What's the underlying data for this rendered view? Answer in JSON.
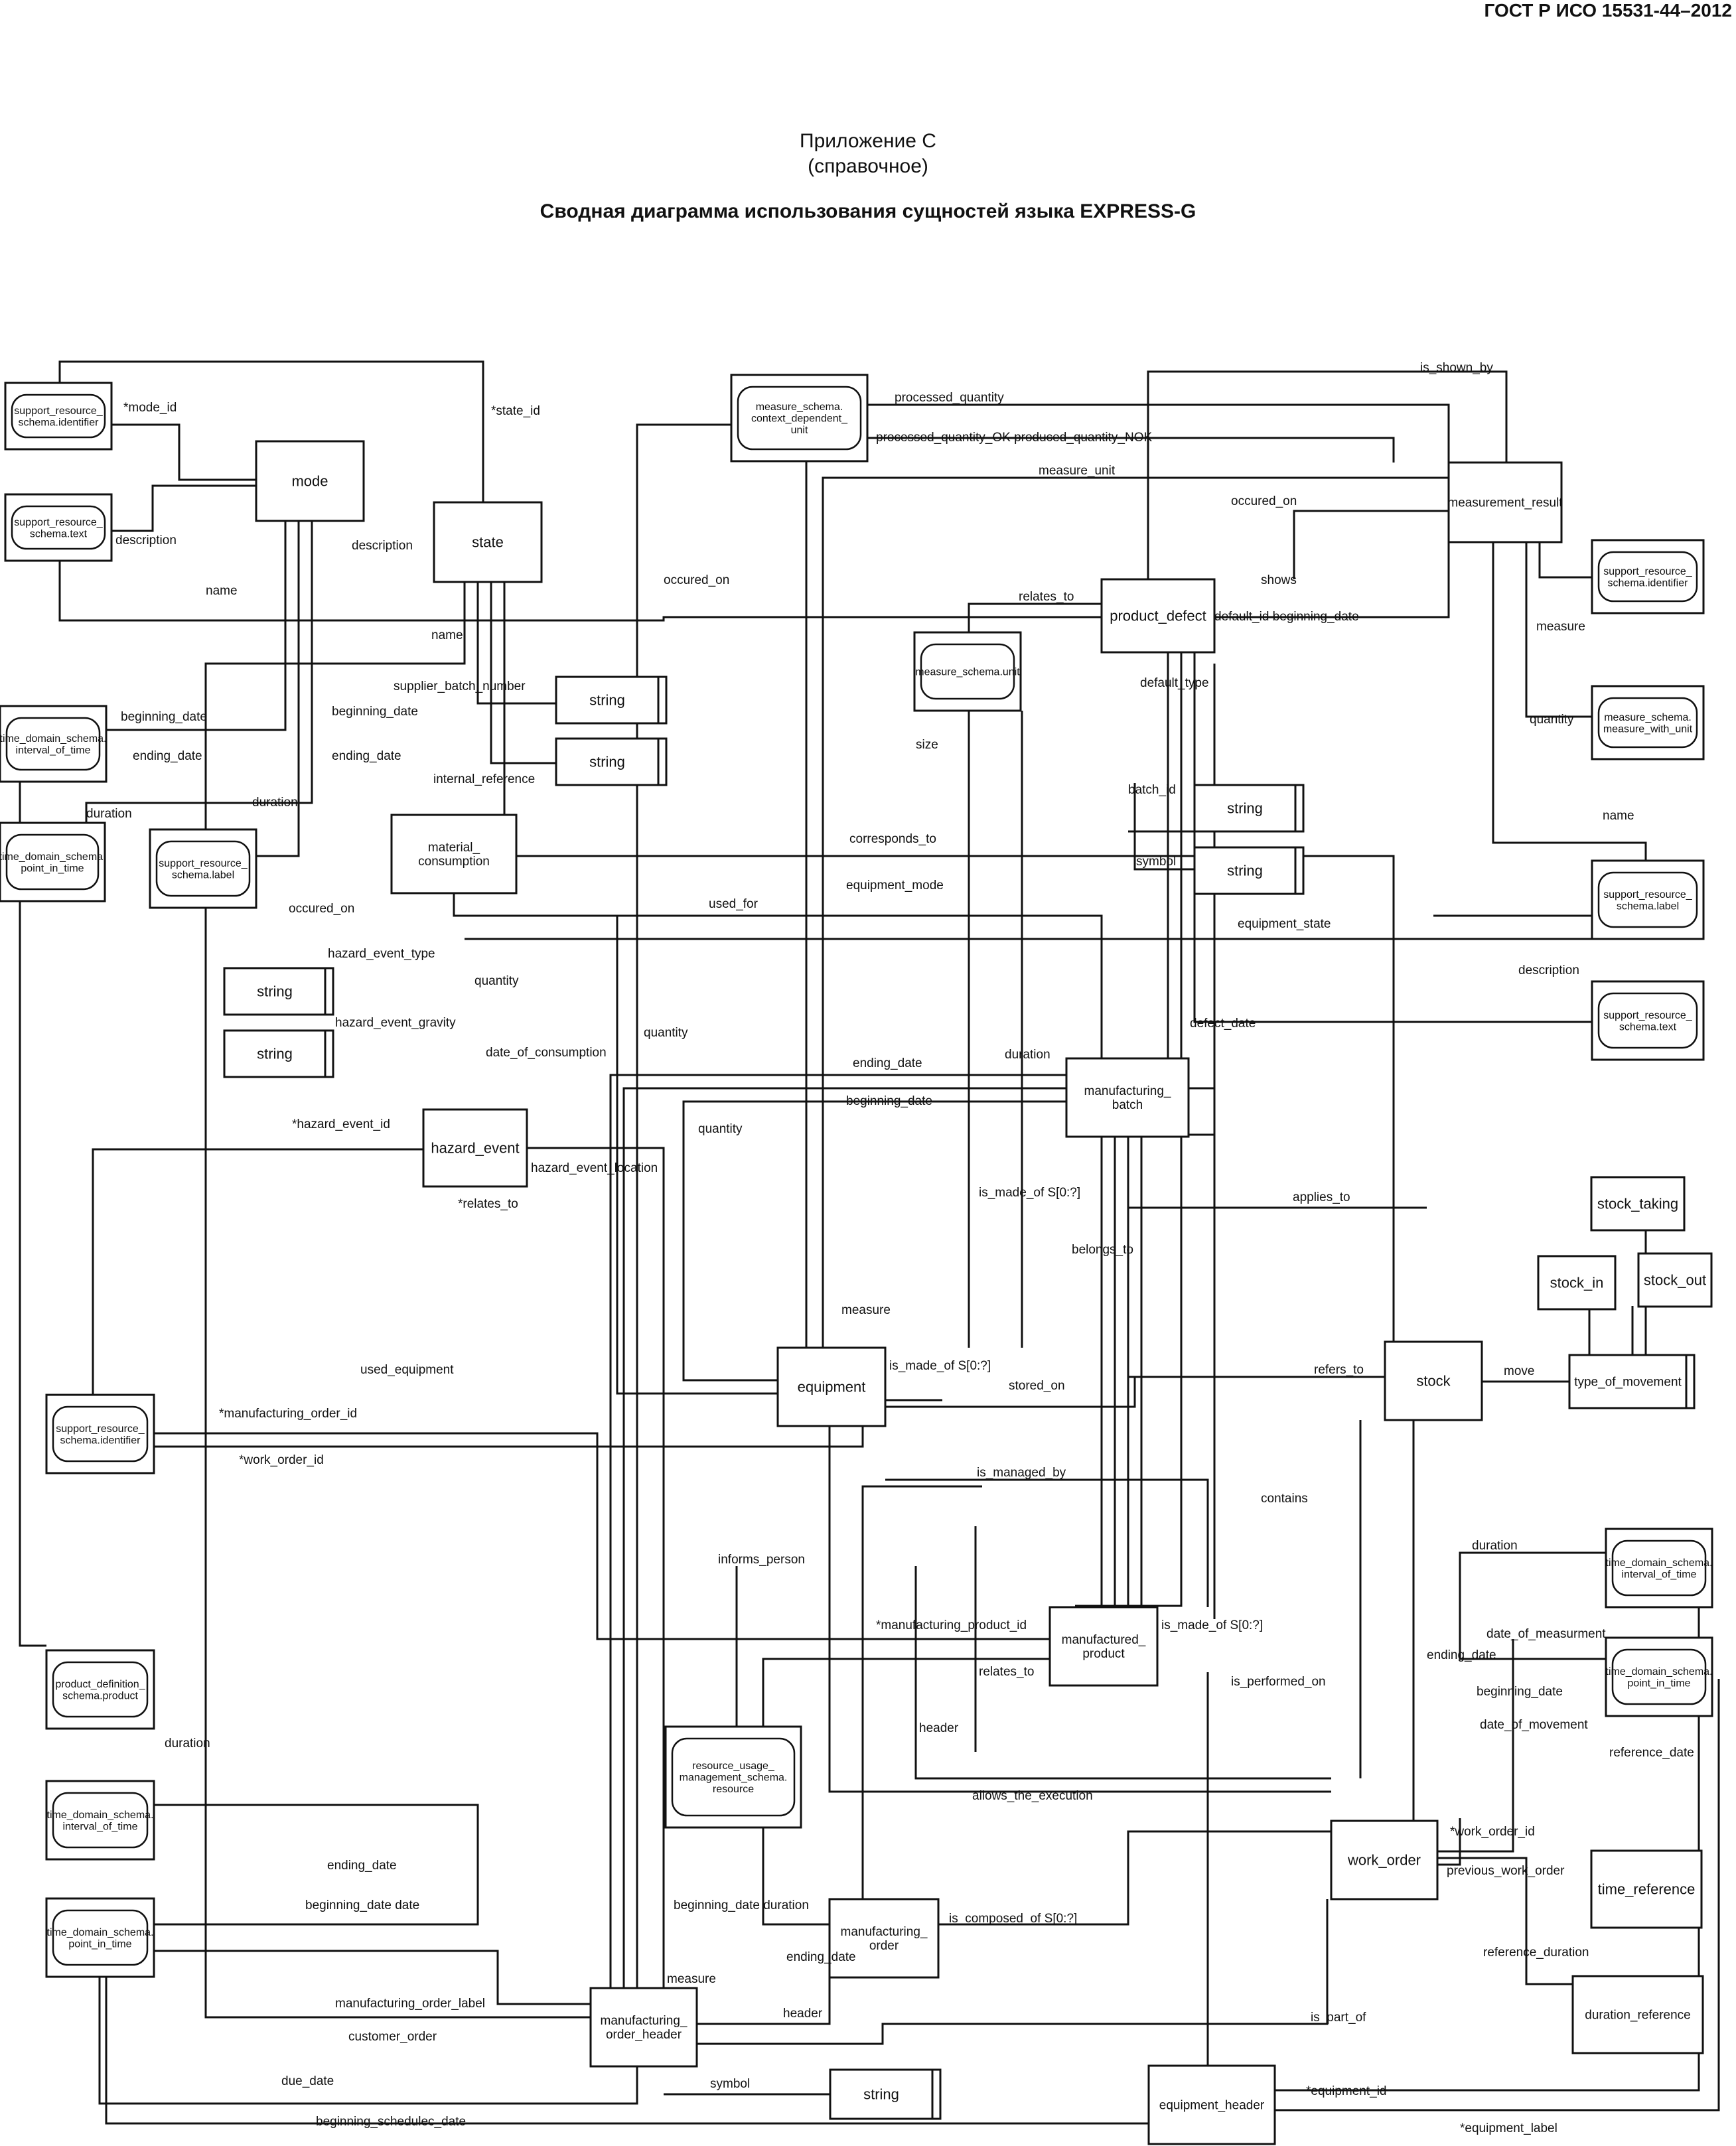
{
  "document": {
    "standard_code": "ГОСТ Р ИСО 15531-44–2012",
    "annex": "Приложение С",
    "annex_type": "(справочное)",
    "diagram_title": "Сводная диаграмма использования сущностей языка EXPRESS-G"
  },
  "entities": {
    "e1": "support_resource_schema.identifier",
    "e2": "support_resource_schema.text",
    "e3": "mode",
    "e4": "state",
    "e5": "measure_schema.context_dependent_unit",
    "e6": "measurement_result",
    "e7": "support_resource_schema.identifier",
    "e8": "product_defect",
    "e9": "measure_schema.unit",
    "e10": "string",
    "e11": "string",
    "e12": "time_domain_schema.interval_of_time",
    "e13": "measure_schema.measure_with_unit",
    "e14": "time_domain_schema.point_in_time",
    "e15": "support_resource_schema.label",
    "e16": "material_consumption",
    "e17": "string",
    "e18": "string",
    "e19": "support_resource_schema.label",
    "e20": "string",
    "e21": "string",
    "e22": "support_resource_schema.text",
    "e23": "manufacturing_batch",
    "e24": "hazard_event",
    "e25": "stock_taking",
    "e26": "stock_in",
    "e27": "stock_out",
    "e28": "equipment",
    "e29": "stock",
    "e30": "type_of_movement",
    "e31": "support_resource_schema.identifier",
    "e32": "time_domain_schema.interval_of_time",
    "e33": "manufactured_product",
    "e34": "product_definition_schema.product",
    "e35": "time_domain_schema.point_in_time",
    "e36": "resource_usage_management_schema.resource",
    "e37": "time_domain_schema.interval_of_time",
    "e38": "time_reference",
    "e39": "work_order",
    "e40": "time_domain_schema.point_in_time",
    "e41": "manufacturing_order",
    "e42": "duration_reference",
    "e43": "manufacturing_order_header",
    "e44": "string",
    "e45": "equipment_header"
  },
  "attributes": {
    "a1": "*mode_id",
    "a2": "*state_id",
    "a3": "description",
    "a4": "description",
    "a5": "name",
    "a6": "name",
    "a7": "processed_quantity",
    "a8": "processed_quantity_OK  produced_quantity_NOK",
    "a9": "is_shown_by",
    "a10": "measure_unit",
    "a11": "occured_on",
    "a12": "occured_on",
    "a13": "relates_to",
    "a14": "shows",
    "a15": "default_id beginning_date",
    "a16": "measure",
    "a17": "supplier_batch_number",
    "a18": "beginning_date",
    "a19": "beginning_date",
    "a20": "default_type",
    "a21": "ending_date",
    "a22": "ending_date",
    "a23": "internal_reference",
    "a24": "size",
    "a25": "quantity",
    "a26": "batch_id",
    "a27": "duration",
    "a28": "duration",
    "a29": "corresponds_to",
    "a30": "symbol",
    "a31": "name",
    "a32": "occured_on",
    "a33": "used_for",
    "a34": "equipment_mode",
    "a35": "equipment_state",
    "a36": "hazard_event_type",
    "a37": "quantity",
    "a38": "description",
    "a39": "hazard_event_gravity",
    "a40": "quantity",
    "a41": "defect_date",
    "a42": "date_of_consumption",
    "a43": "ending_date",
    "a44": "duration",
    "a45": "beginning_date",
    "a46": "*hazard_event_id",
    "a47": "quantity",
    "a48": "hazard_event_location",
    "a49": "is_made_of S[0:?]",
    "a50": "*relates_to",
    "a51": "applies_to",
    "a52": "belongs_to",
    "a53": "measure",
    "a54": "used_equipment",
    "a55": "is_made_of S[0:?]",
    "a56": "refers_to",
    "a57": "move",
    "a58": "stored_on",
    "a59": "*manufacturing_order_id",
    "a60": "*work_order_id",
    "a61": "is_managed_by",
    "a62": "contains",
    "a63": "informs_person",
    "a64": "duration",
    "a65": "*manufacturing_product_id",
    "a66": "is_made_of S[0:?]",
    "a67": "date_of_measurment",
    "a68": "relates_to",
    "a69": "ending_date",
    "a70": "is_performed_on",
    "a71": "beginning_date",
    "a72": "date_of_movement",
    "a73": "duration",
    "a74": "header",
    "a75": "reference_date",
    "a76": "allows_the_execution",
    "a77": "*work_order_id",
    "a78": "previous_work_order",
    "a79": "ending_date",
    "a80": "beginning_date  duration",
    "a81": "beginning_date  date",
    "a82": "is_composed_of S[0:?]",
    "a83": "ending_date",
    "a84": "reference_duration",
    "a85": "measure",
    "a86": "manufacturing_order_label",
    "a87": "header",
    "a88": "customer_order",
    "a89": "is_part_of",
    "a90": "due_date",
    "a91": "symbol",
    "a92": "*equipment_id",
    "a93": "beginning_schedulec_date",
    "a94": "*equipment_label"
  },
  "colors": {
    "line": "#111111",
    "background": "#ffffff"
  }
}
